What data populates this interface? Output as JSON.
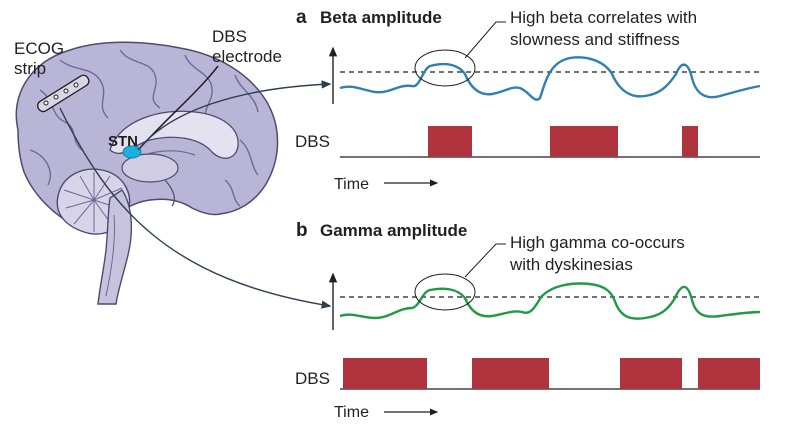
{
  "brain": {
    "ecog_label_line1": "ECOG",
    "ecog_label_line2": "strip",
    "dbs_label_line1": "DBS",
    "dbs_label_line2": "electrode",
    "stn_label": "STN"
  },
  "panel_a": {
    "letter": "a",
    "title": "Beta amplitude",
    "annotation_line1": "High beta correlates with",
    "annotation_line2": "slowness and stiffness",
    "dbs_label": "DBS",
    "time_label": "Time",
    "signal_color": "#2f7fb3",
    "dbs_color": "#b0343d"
  },
  "panel_b": {
    "letter": "b",
    "title": "Gamma amplitude",
    "annotation_line1": "High gamma co-occurs",
    "annotation_line2": "with dyskinesias",
    "dbs_label": "DBS",
    "time_label": "Time",
    "signal_color": "#1f9a45",
    "dbs_color": "#b0343d"
  }
}
